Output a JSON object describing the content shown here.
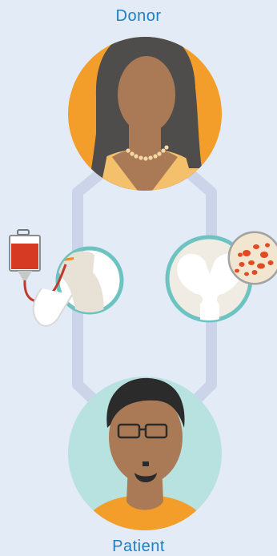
{
  "labels": {
    "donor": "Donor",
    "patient": "Patient"
  },
  "colors": {
    "background": "#e2ebf6",
    "label_text": "#1f7fc1",
    "connector": "#ccd4ea",
    "donor_circle": "#f39d2a",
    "patient_circle": "#b8e2e0",
    "procedure_ring": "#6cc3c1",
    "skin": "#a97a55",
    "hair_donor": "#4f4d4b",
    "hair_patient": "#2b2b2b",
    "blood": "#d63a22",
    "marrow": "#e14a22",
    "bone": "#efe6d6"
  },
  "icons": {
    "donor": "donor-avatar",
    "patient": "patient-avatar",
    "blood_bag": "blood-bag-icon",
    "arm": "arm-icon",
    "pelvis": "pelvis-icon",
    "marrow": "bone-marrow-icon"
  }
}
